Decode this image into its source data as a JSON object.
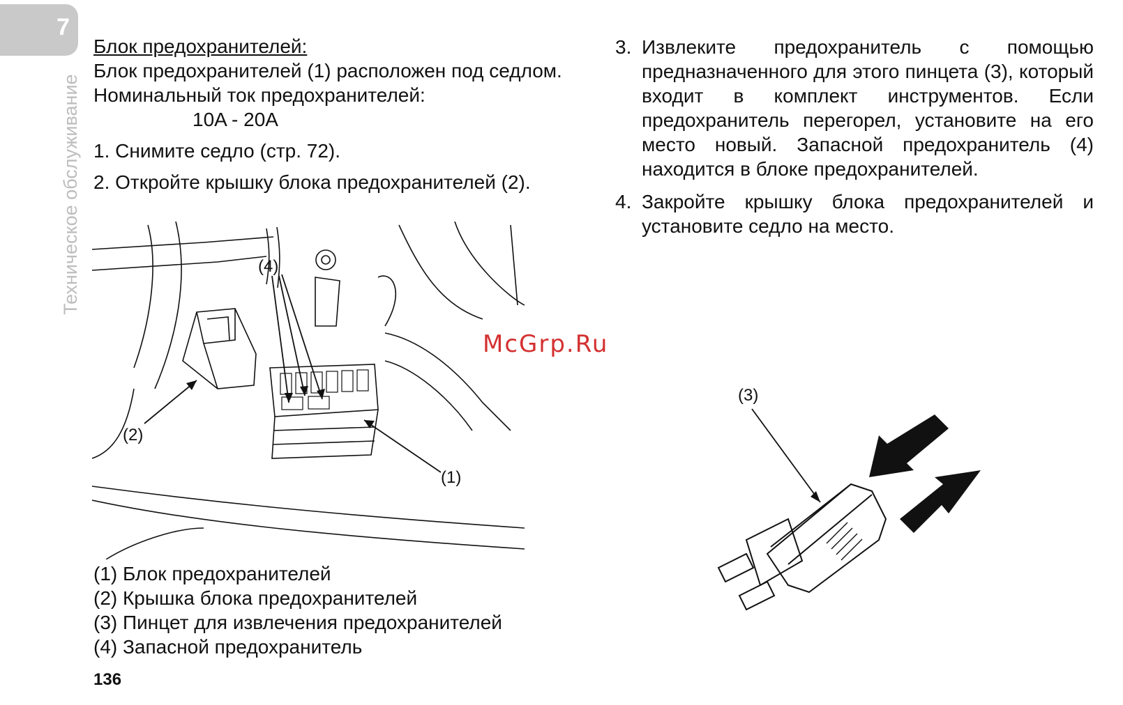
{
  "tab": {
    "number": "7"
  },
  "side_title": "Техническое обслуживание",
  "left": {
    "heading": "Блок предохранителей:",
    "lines": [
      "Блок предохранителей (1) расположен под седлом.",
      "Номинальный ток предохранителей:"
    ],
    "rating": "10A - 20A",
    "steps": [
      "1. Снимите седло (стр. 72).",
      "2. Откройте крышку блока предохранителей (2)."
    ]
  },
  "right": {
    "steps": [
      {
        "num": "3.",
        "text": "Извлеките предохранитель с помощью предназначенного для этого пинцета (3), который входит в комплект инструментов. Если предохранитель перегорел, установите на его место новый.  Запасной предохранитель (4) находится в блоке предохранителей."
      },
      {
        "num": "4.",
        "text": "Закройте крышку блока предохранителей и установите седло на место."
      }
    ]
  },
  "figure_left": {
    "callouts": {
      "c1": "(1)",
      "c2": "(2)",
      "c4": "(4)"
    }
  },
  "figure_right": {
    "callouts": {
      "c3": "(3)"
    }
  },
  "legend": [
    "(1) Блок предохранителей",
    "(2) Крышка блока предохранителей",
    "(3) Пинцет для извлечения предохранителей",
    "(4) Запасной предохранитель"
  ],
  "watermark": "McGrp.Ru",
  "page_number": "136",
  "colors": {
    "tab": "#c9c9c9",
    "side_title": "#bdbdbd",
    "watermark": "#d43030"
  }
}
